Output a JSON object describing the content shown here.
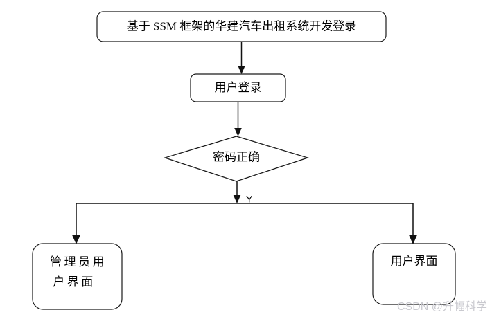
{
  "diagram": {
    "type": "flowchart",
    "title": "基于 SSM 框架的华建汽车出租系统开发登录",
    "nodes": {
      "title_box": {
        "label": "基于 SSM 框架的华建汽车出租系统开发登录",
        "shape": "rounded-rectangle"
      },
      "login": {
        "label": "用户登录",
        "shape": "rounded-rectangle"
      },
      "decision": {
        "label": "密码正确",
        "shape": "diamond"
      },
      "admin_ui": {
        "label_line1": "管理员用",
        "label_line2": "户界面",
        "label_full": "管理员用户界面",
        "shape": "rounded-rectangle"
      },
      "user_ui": {
        "label": "用户界面",
        "shape": "rounded-rectangle"
      }
    },
    "edges": {
      "branch_yes_label": "Y"
    },
    "colors": {
      "stroke": "#111111",
      "fill": "#ffffff",
      "text": "#000000",
      "watermark": "#c9c9cf"
    }
  },
  "watermark": {
    "text": "CSDN @升幅科学"
  }
}
